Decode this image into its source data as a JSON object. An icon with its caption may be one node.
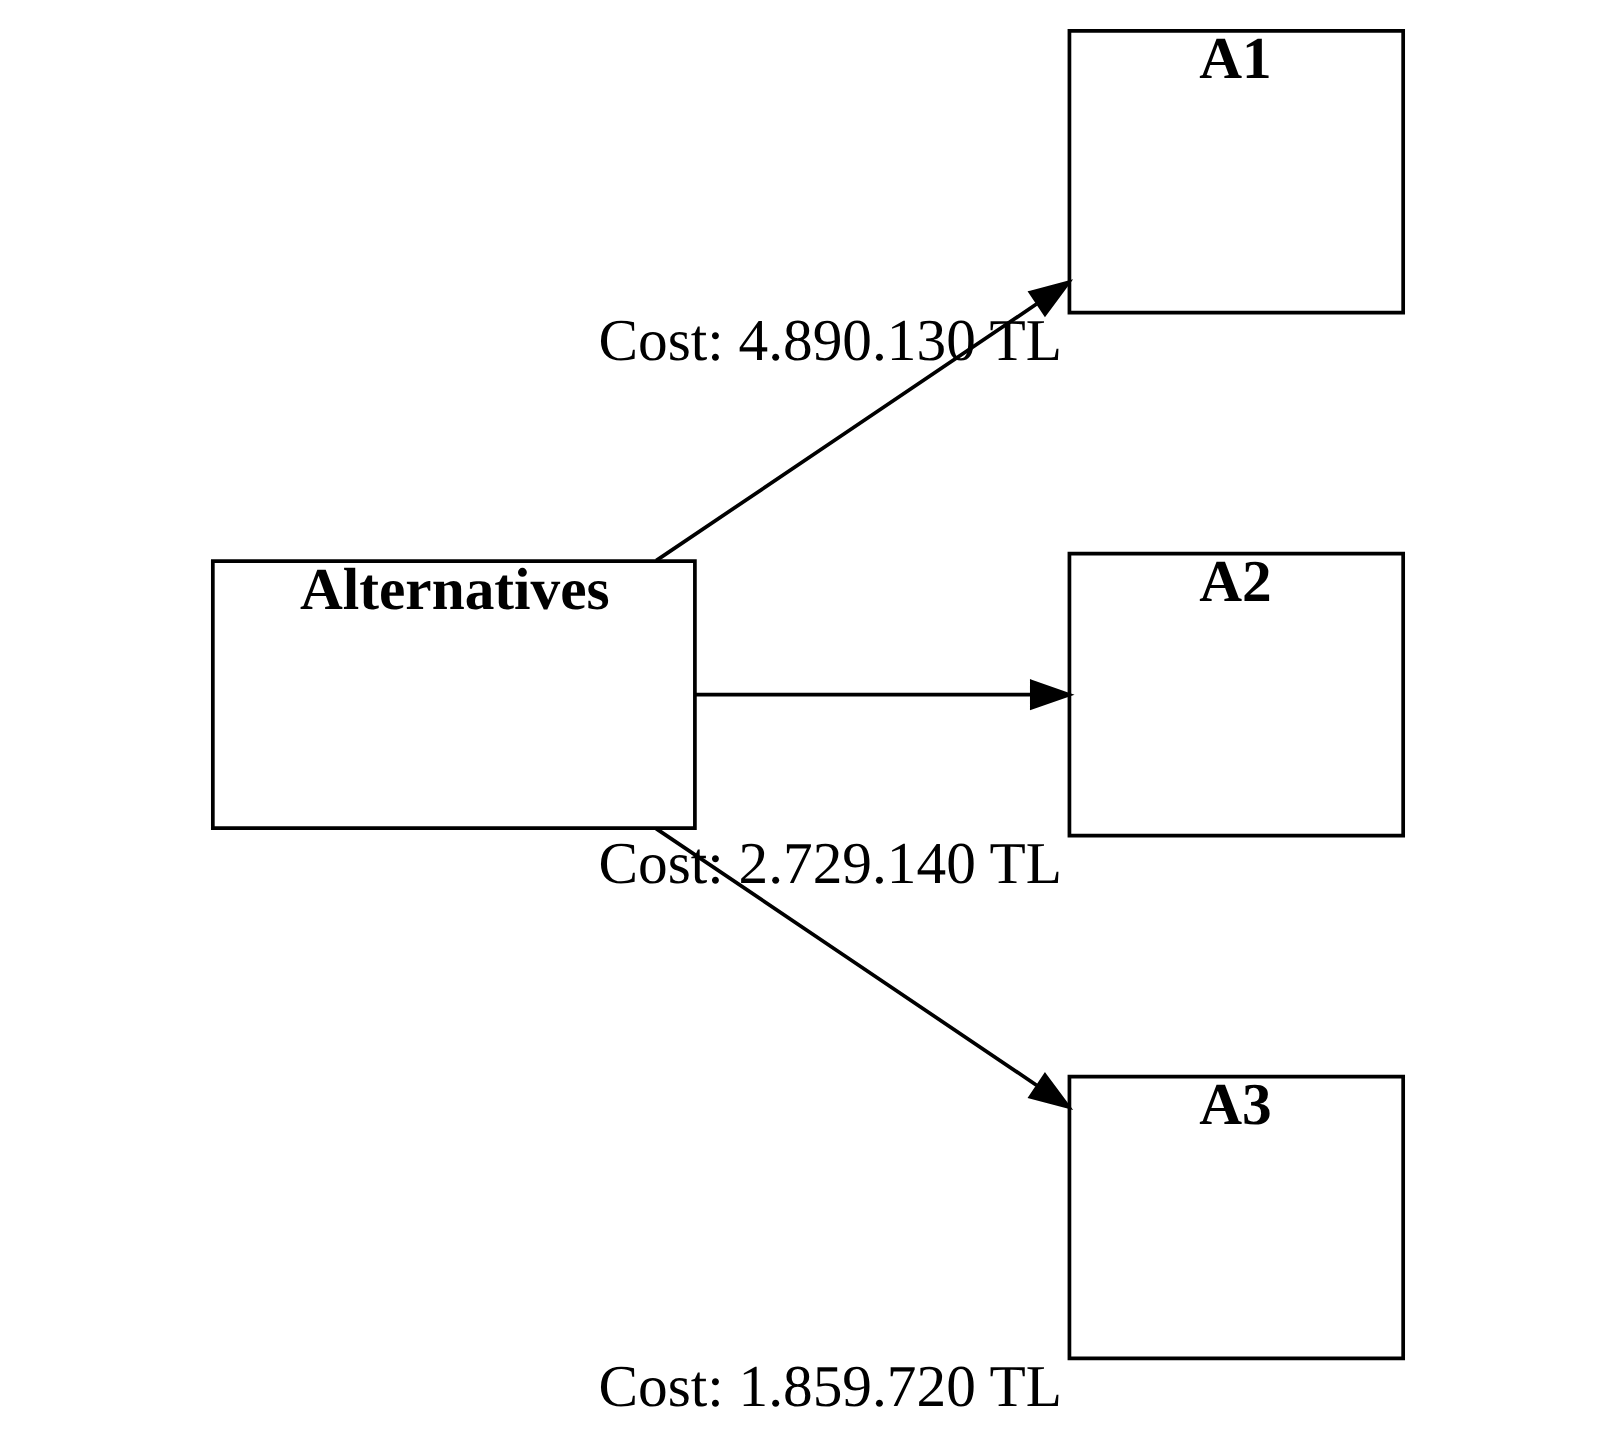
{
  "diagram": {
    "nodes": [
      {
        "text": [
          "Alternatives"
        ]
      },
      {
        "text": [
          "A1"
        ],
        "beside": [
          "Cost: 4.890.130 TL"
        ]
      },
      {
        "text": [
          "A2"
        ],
        "beside": [
          "Cost: 2.729.140 TL"
        ]
      },
      {
        "text": [
          "A3"
        ],
        "beside": [
          "Cost: 1.859.720 TL"
        ]
      }
    ],
    "edges": [
      {
        "from": 0,
        "to": 1,
        "arrow": "to"
      },
      {
        "from": 0,
        "to": 2,
        "arrow": "to"
      },
      {
        "from": 0,
        "to": 3,
        "arrow": "to"
      }
    ]
  }
}
